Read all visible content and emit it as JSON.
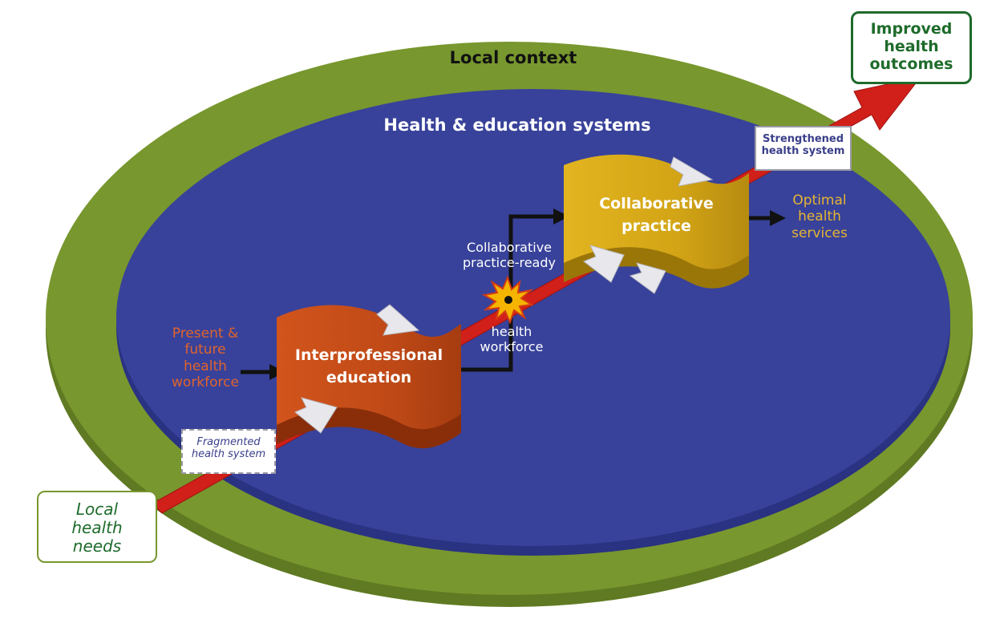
{
  "outer_ring": {
    "title": "Local context"
  },
  "inner_area": {
    "title": "Health & education systems"
  },
  "start": {
    "lines": [
      "Local",
      "health",
      "needs"
    ]
  },
  "end": {
    "lines": [
      "Improved",
      "health",
      "outcomes"
    ]
  },
  "fragmented": {
    "lines": [
      "Fragmented",
      "health system"
    ]
  },
  "strengthened": {
    "lines": [
      "Strengthened",
      "health system"
    ]
  },
  "workforce_input": {
    "lines": [
      "Present &",
      "future",
      "health",
      "workforce"
    ]
  },
  "ipe": {
    "lines": [
      "Interprofessional",
      "education"
    ]
  },
  "cp": {
    "lines": [
      "Collaborative",
      "practice"
    ]
  },
  "ready_top": {
    "lines": [
      "Collaborative",
      "practice-ready"
    ]
  },
  "ready_bottom": {
    "lines": [
      "health",
      "workforce"
    ]
  },
  "optimal": {
    "lines": [
      "Optimal",
      "health",
      "services"
    ]
  },
  "colors": {
    "outer_green": "#78972e",
    "inner_blue": "#38429a",
    "red_arrow": "#d11f1a",
    "ipe_orange": "#c04a17",
    "cp_gold": "#d3a516",
    "orange_text": "#e0642c",
    "gold_text": "#e6b532",
    "dark_green_text": "#1e6b2b",
    "navy_text": "#3a3f8a"
  }
}
